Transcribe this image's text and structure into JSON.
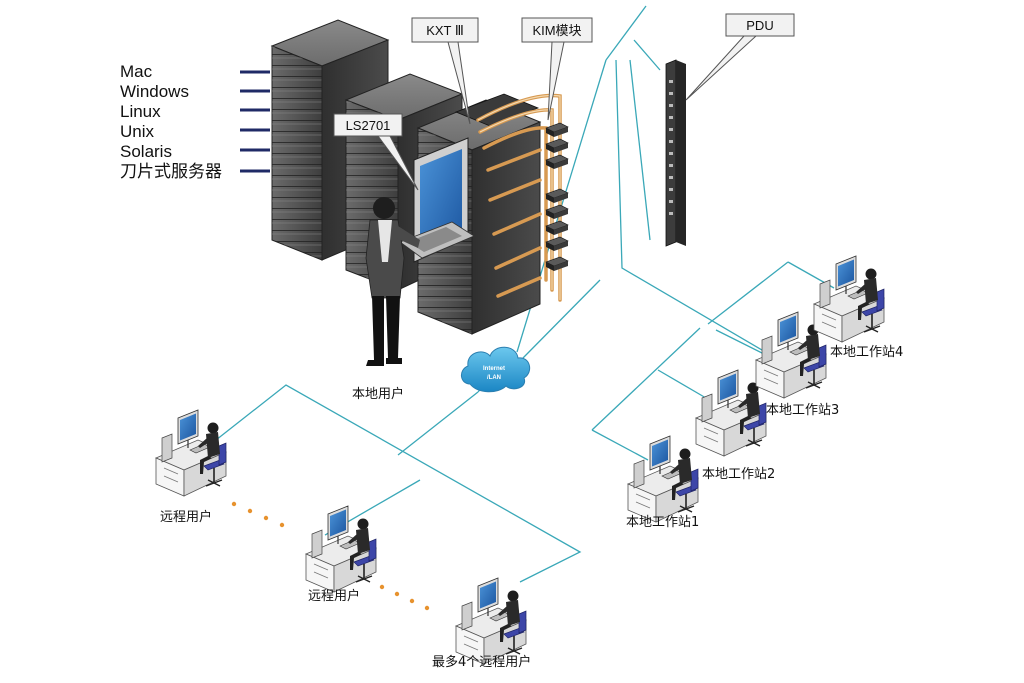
{
  "os_list": [
    "Mac",
    "Windows",
    "Linux",
    "Unix",
    "Solaris",
    "刀片式服务器"
  ],
  "callouts": {
    "kxt": "KXT Ⅲ",
    "kim": "KIM模块",
    "pdu": "PDU",
    "ls": "LS2701"
  },
  "cloud": {
    "line1": "Internet",
    "line2": "/LAN"
  },
  "labels": {
    "local_user": "本地用户",
    "remote_user_1": "远程用户",
    "remote_user_2": "远程用户",
    "remote_user_max": "最多4个远程用户",
    "workstation_1": "本地工作站1",
    "workstation_2": "本地工作站2",
    "workstation_3": "本地工作站3",
    "workstation_4": "本地工作站4"
  },
  "colors": {
    "network_line": "#3aa8b8",
    "cable": "#d79a52",
    "rack_dark": "#4a4a4a",
    "monitor_screen": "#2a6fb8",
    "chair": "#3d46a8",
    "cloud": "#2fa3d6",
    "dots": "#e7922e"
  }
}
